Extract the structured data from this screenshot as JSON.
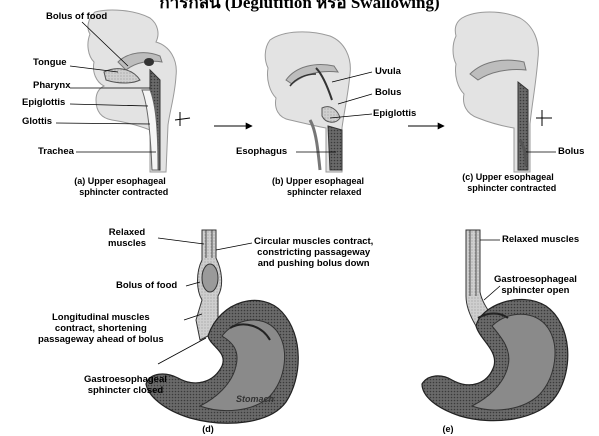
{
  "title": "การกลืน (Deglutition หรือ Swallowing)",
  "panel_a": {
    "labels": {
      "bolus": "Bolus of food",
      "tongue": "Tongue",
      "pharynx": "Pharynx",
      "epiglottis": "Epiglottis",
      "glottis": "Glottis",
      "trachea": "Trachea"
    },
    "caption": "(a) Upper esophageal\n   sphincter contracted"
  },
  "panel_b": {
    "labels": {
      "uvula": "Uvula",
      "bolus": "Bolus",
      "epiglottis": "Epiglottis",
      "esophagus": "Esophagus"
    },
    "caption": "(b) Upper esophageal\n     sphincter relaxed"
  },
  "panel_c": {
    "labels": {
      "bolus": "Bolus"
    },
    "caption": "(c) Upper esophageal\n   sphincter contracted"
  },
  "panel_d": {
    "labels": {
      "relaxed_muscles": "Relaxed\nmuscles",
      "circular": "Circular muscles contract,\nconstricting passageway\nand pushing bolus down",
      "bolus_of_food": "Bolus of food",
      "longitudinal": "Longitudinal muscles\ncontract, shortening\npassageway ahead of bolus",
      "gastro_closed": "Gastroesophageal\nsphincter closed",
      "stomach": "Stomach"
    },
    "caption": "(d)"
  },
  "panel_e": {
    "labels": {
      "relaxed_muscles": "Relaxed muscles",
      "gastro_open": "Gastroesophageal\nsphincter open"
    },
    "caption": "(e)"
  }
}
